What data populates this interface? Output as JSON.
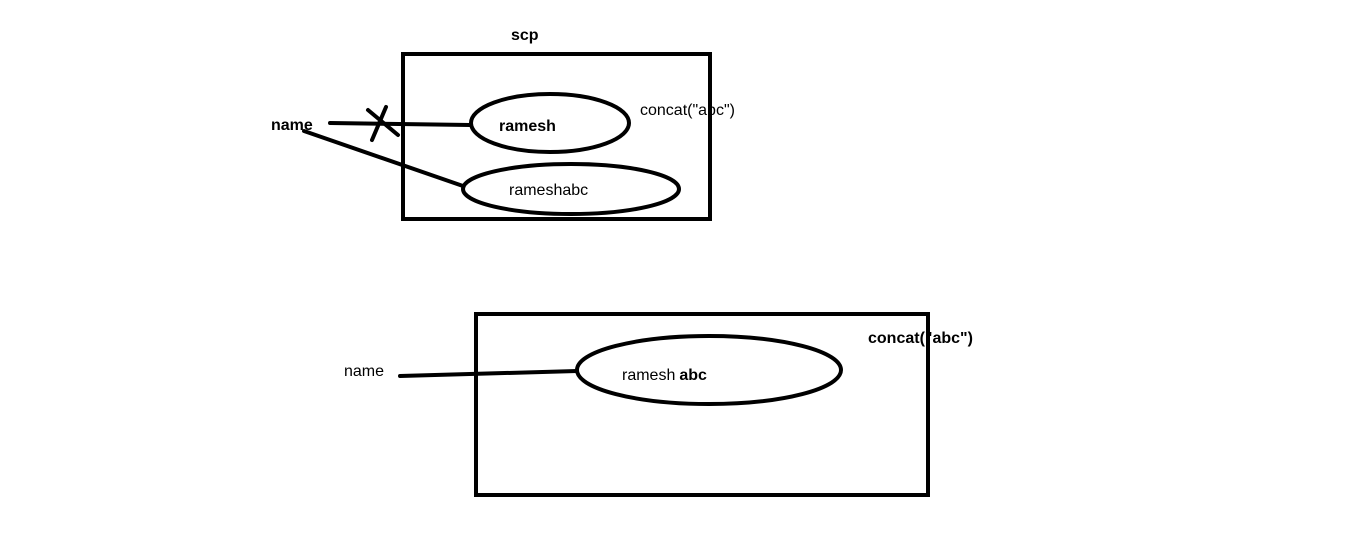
{
  "diagram": {
    "scp_title": "scp",
    "top_variable": "name",
    "top_old_object": "ramesh",
    "top_new_object": "rameshabc",
    "top_operation": "concat(\"abc\")",
    "bottom_variable": "name",
    "bottom_object_part1": "ramesh",
    "bottom_object_part2": "abc",
    "bottom_operation": "concat(\"abc\")"
  },
  "colors": {
    "ink": "#000000",
    "background": "#ffffff"
  }
}
